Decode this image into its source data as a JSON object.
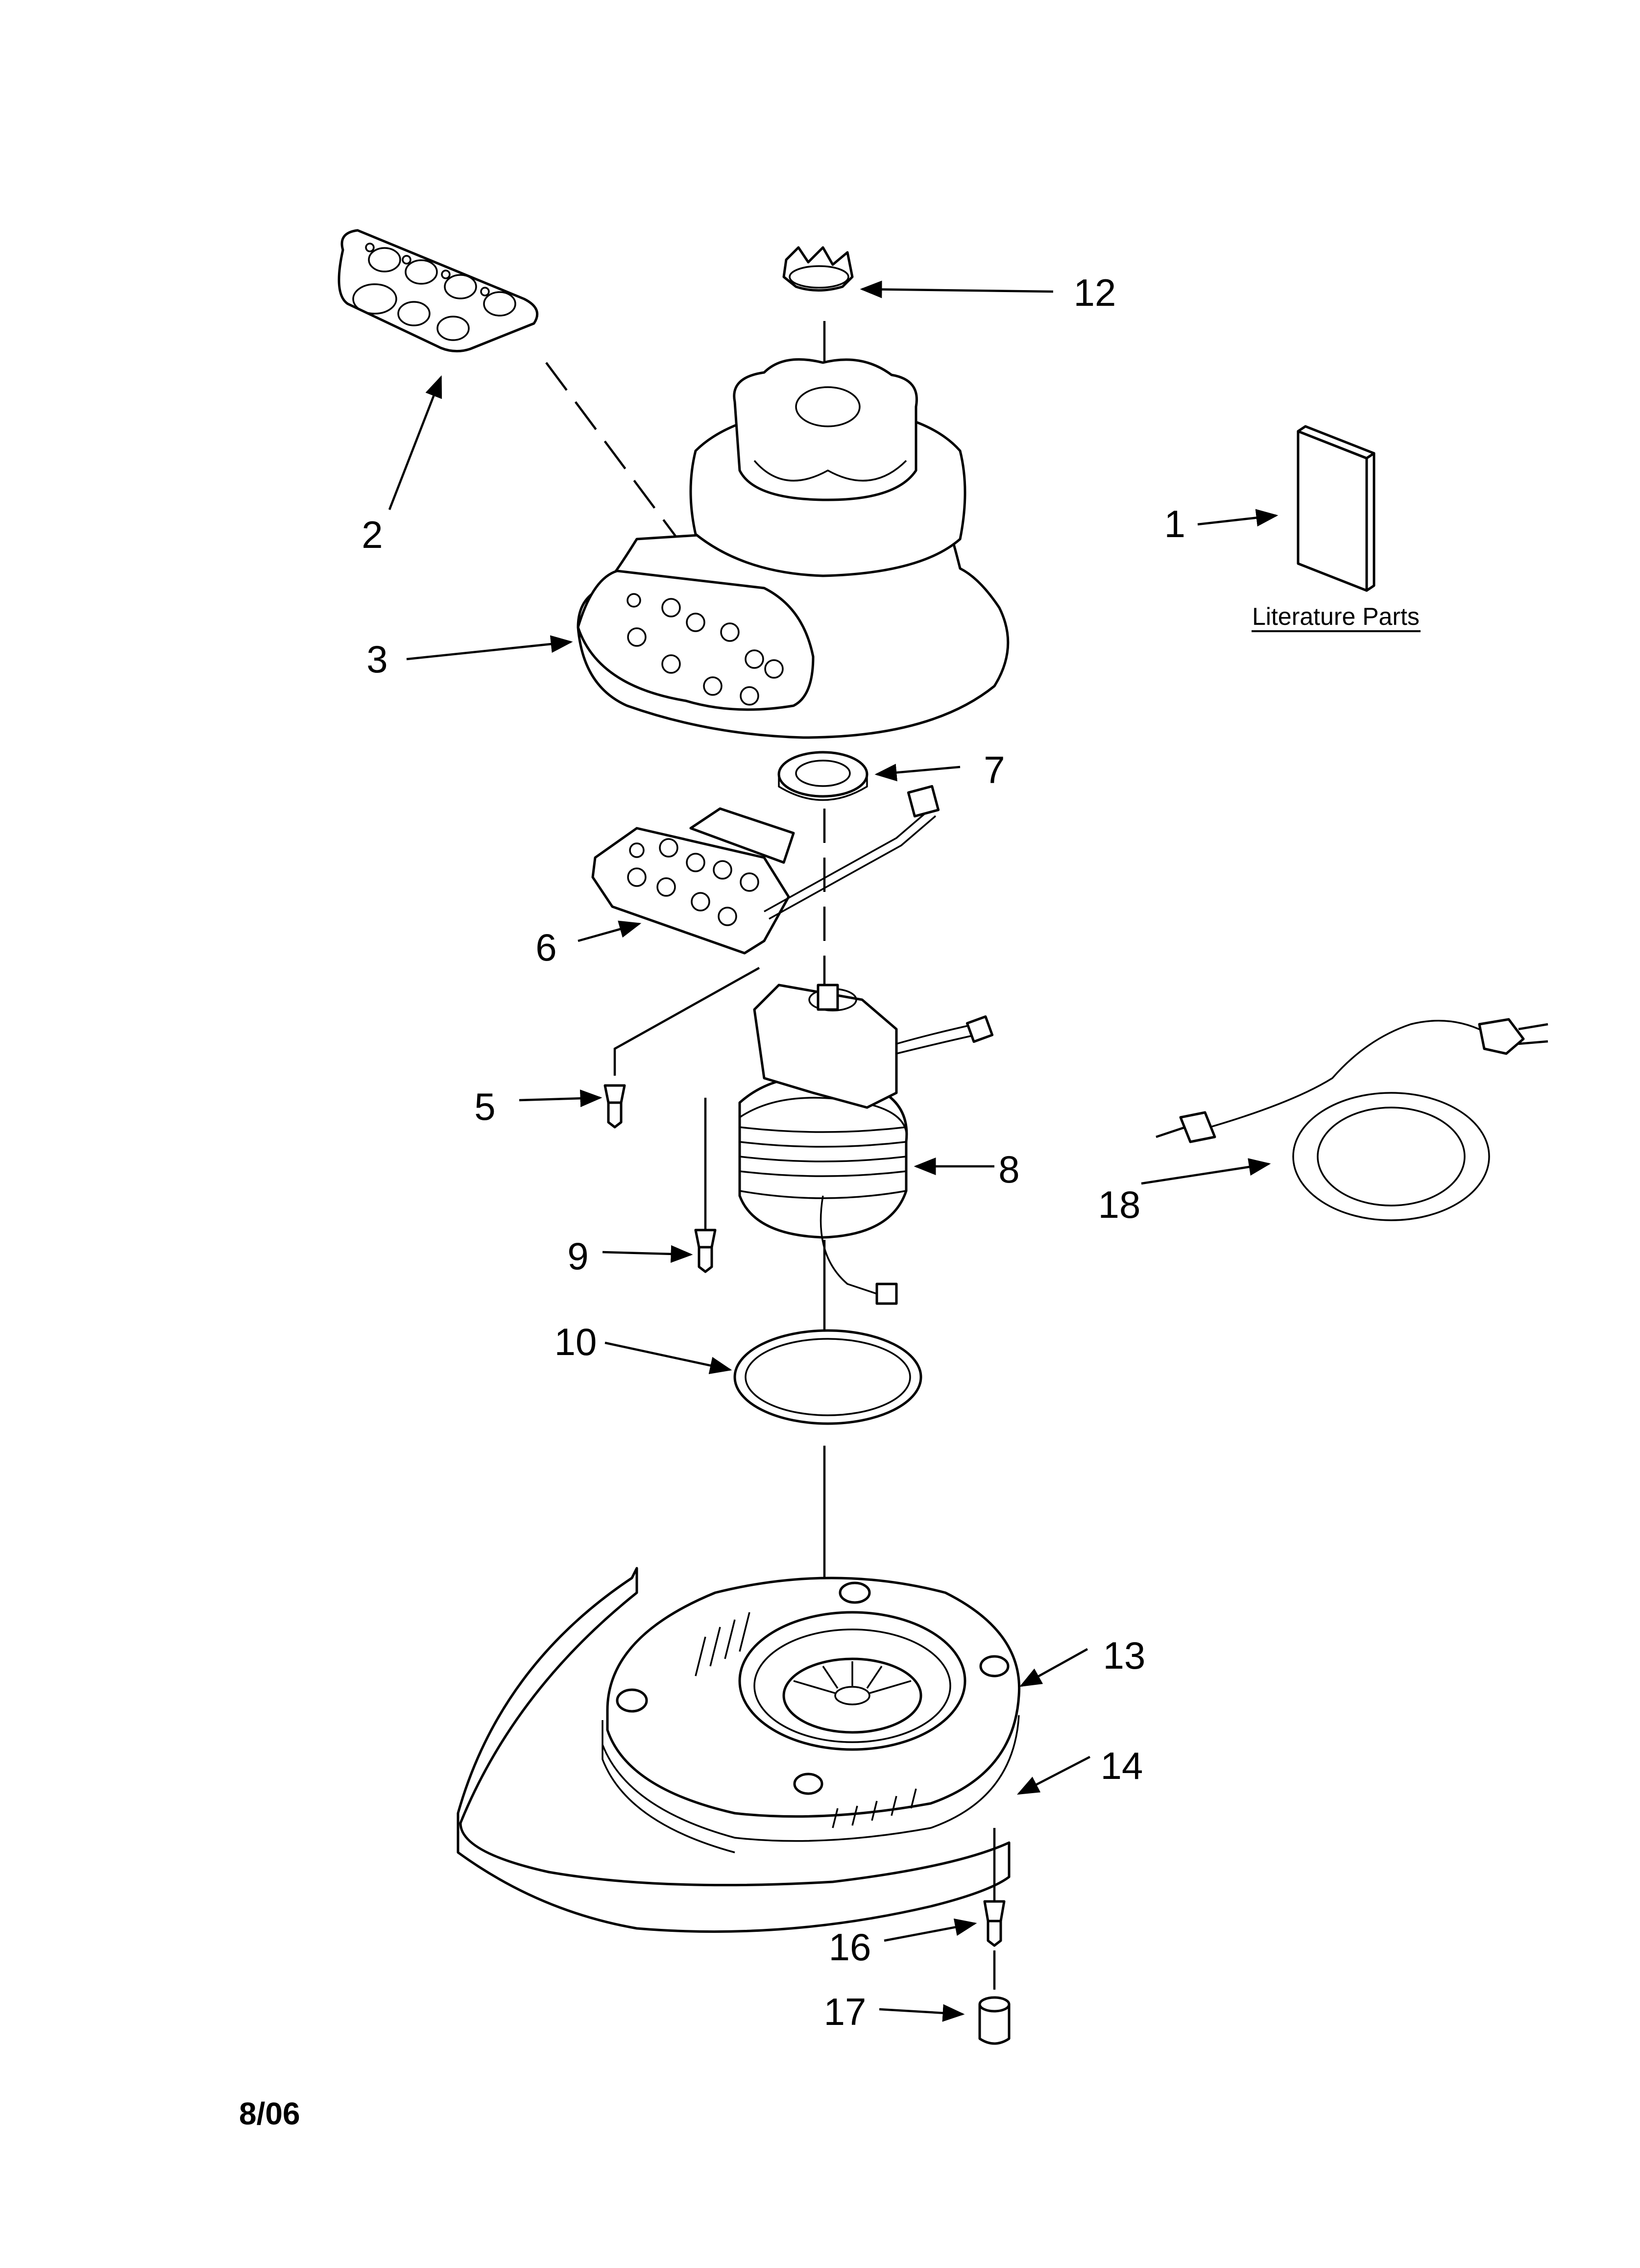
{
  "diagram": {
    "callouts": [
      "1",
      "2",
      "3",
      "5",
      "6",
      "7",
      "8",
      "9",
      "10",
      "12",
      "13",
      "14",
      "16",
      "17",
      "18"
    ],
    "literature_label": "Literature Parts",
    "date_code": "8/06"
  }
}
